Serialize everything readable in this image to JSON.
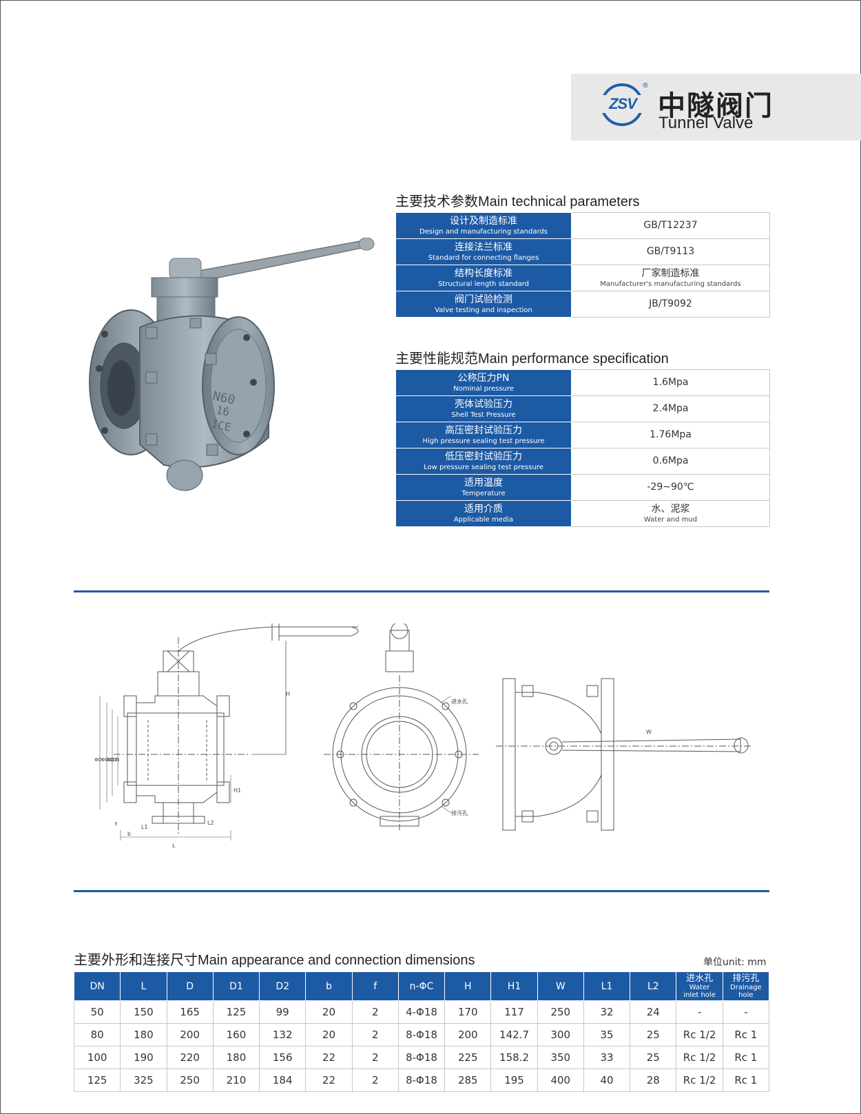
{
  "brand": {
    "name_cn": "中隧阀门",
    "name_en": "Tunnel Valve",
    "logo_text": "ZSV",
    "registered_mark": "®",
    "accent_color": "#1d5aa4"
  },
  "technical": {
    "title": "主要技术参数Main technical parameters",
    "rows": [
      {
        "label_cn": "设计及制造标准",
        "label_en": "Design and manufacturing standards",
        "value": "GB/T12237",
        "value_sub": ""
      },
      {
        "label_cn": "连接法兰标准",
        "label_en": "Standard for connecting flanges",
        "value": "GB/T9113",
        "value_sub": ""
      },
      {
        "label_cn": "结构长度标准",
        "label_en": "Structural length standard",
        "value": "厂家制造标准",
        "value_sub": "Manufacturer's manufacturing standards"
      },
      {
        "label_cn": "阀门试验检测",
        "label_en": "Valve testing and inspection",
        "value": "JB/T9092",
        "value_sub": ""
      }
    ]
  },
  "performance": {
    "title": "主要性能规范Main performance specification",
    "rows": [
      {
        "label_cn": "公称压力PN",
        "label_en": "Nominal pressure",
        "value": "1.6Mpa",
        "value_sub": ""
      },
      {
        "label_cn": "壳体试验压力",
        "label_en": "Shell Test Pressure",
        "value": "2.4Mpa",
        "value_sub": ""
      },
      {
        "label_cn": "高压密封试验压力",
        "label_en": "High pressure sealing test pressure",
        "value": "1.76Mpa",
        "value_sub": ""
      },
      {
        "label_cn": "低压密封试验压力",
        "label_en": "Low pressure sealing test pressure",
        "value": "0.6Mpa",
        "value_sub": ""
      },
      {
        "label_cn": "适用温度",
        "label_en": "Temperature",
        "value": "-29~90℃",
        "value_sub": ""
      },
      {
        "label_cn": "适用介质",
        "label_en": "Applicable media",
        "value": "水、泥浆",
        "value_sub": "Water and mud"
      }
    ]
  },
  "valve_body_marks": {
    "n1": "N60",
    "n2": "16",
    "n3": "ICE"
  },
  "drawing_labels": {
    "H": "H",
    "H1": "H1",
    "L": "L",
    "L1": "L1",
    "L2": "L2",
    "f": "f",
    "b": "b",
    "D": "ΦD",
    "D1": "ΦD1",
    "D2": "ΦD2",
    "DN": "DN",
    "W": "W",
    "inlet": "进水孔",
    "drain": "排污孔"
  },
  "dimensions": {
    "title": "主要外形和连接尺寸Main appearance and connection dimensions",
    "unit": "单位unit: mm",
    "headers": [
      "DN",
      "L",
      "D",
      "D1",
      "D2",
      "b",
      "f",
      "n-ΦC",
      "H",
      "H1",
      "W",
      "L1",
      "L2"
    ],
    "header_inlet": {
      "cn": "进水孔",
      "en1": "Water",
      "en2": "inlet hole"
    },
    "header_drain": {
      "cn": "排污孔",
      "en1": "Drainage",
      "en2": "hole"
    },
    "rows": [
      [
        "50",
        "150",
        "165",
        "125",
        "99",
        "20",
        "2",
        "4-Φ18",
        "170",
        "117",
        "250",
        "32",
        "24",
        "-",
        "-"
      ],
      [
        "80",
        "180",
        "200",
        "160",
        "132",
        "20",
        "2",
        "8-Φ18",
        "200",
        "142.7",
        "300",
        "35",
        "25",
        "Rc 1/2",
        "Rc 1"
      ],
      [
        "100",
        "190",
        "220",
        "180",
        "156",
        "22",
        "2",
        "8-Φ18",
        "225",
        "158.2",
        "350",
        "33",
        "25",
        "Rc 1/2",
        "Rc 1"
      ],
      [
        "125",
        "325",
        "250",
        "210",
        "184",
        "22",
        "2",
        "8-Φ18",
        "285",
        "195",
        "400",
        "40",
        "28",
        "Rc 1/2",
        "Rc 1"
      ]
    ]
  }
}
